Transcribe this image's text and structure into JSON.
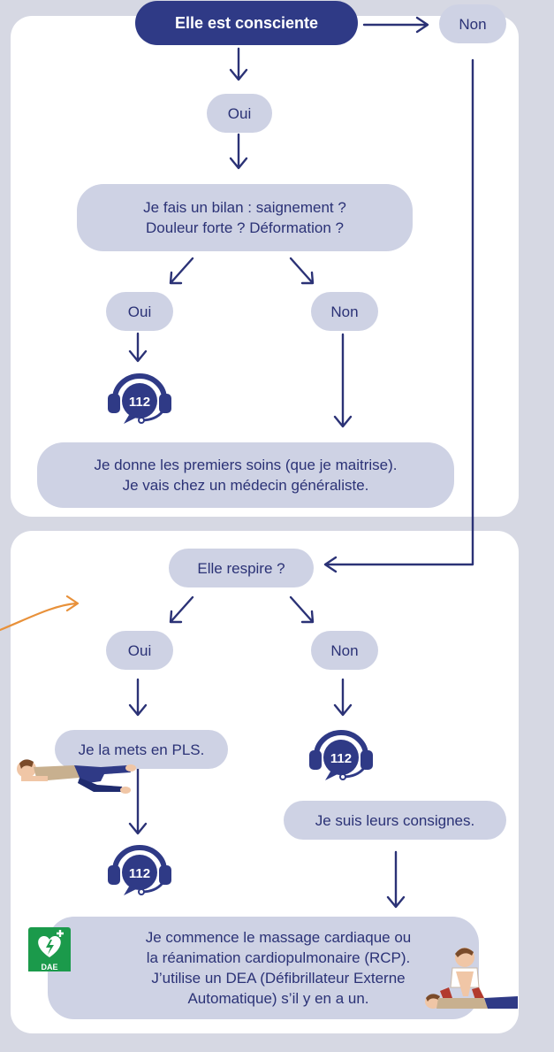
{
  "nodes": {
    "consciente": "Elle est consciente",
    "non_top": "Non",
    "oui_1": "Oui",
    "bilan_l1": "Je fais un bilan : saignement ?",
    "bilan_l2": "Douleur forte ? Déformation ?",
    "oui_2": "Oui",
    "non_2": "Non",
    "soins_l1": "Je donne les premiers soins (que je maitrise).",
    "soins_l2": "Je vais chez un médecin généraliste.",
    "respire": "Elle respire ?",
    "oui_3": "Oui",
    "non_3": "Non",
    "pls": "Je la mets en PLS.",
    "consignes": "Je suis leurs consignes.",
    "massage_l1": "Je commence le massage cardiaque ou",
    "massage_l2": "la réanimation cardiopulmonaire (RCP).",
    "massage_l3": "J’utilise un DEA (Défibrillateur Externe",
    "massage_l4": "Automatique) s’il y en a un."
  },
  "emergency_number": "112",
  "dae_label": "DAE",
  "colors": {
    "navy": "#2f3a86",
    "pill": "#ced2e4",
    "accent_orange": "#e8913a",
    "dae_green": "#1b9a4b"
  },
  "icons": [
    "headset-112-icon",
    "recovery-position-figure",
    "cpr-figure",
    "dae-defibrillator-icon",
    "arrow-icon"
  ]
}
